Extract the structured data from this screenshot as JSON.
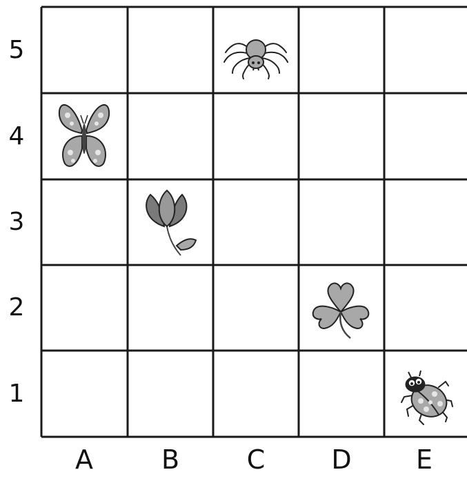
{
  "grid": {
    "columns": [
      "A",
      "B",
      "C",
      "D",
      "E"
    ],
    "rows": [
      "5",
      "4",
      "3",
      "2",
      "1"
    ]
  },
  "pictures": [
    {
      "name": "spider",
      "cell": "C5"
    },
    {
      "name": "butterfly",
      "cell": "A4"
    },
    {
      "name": "flower",
      "cell": "B3"
    },
    {
      "name": "clover",
      "cell": "D2"
    },
    {
      "name": "ladybug",
      "cell": "E1"
    }
  ],
  "colors": {
    "line": "#1a1a1a",
    "fill_gray": "#a8a8a8",
    "fill_dark": "#6e6e6e",
    "background": "#ffffff"
  }
}
